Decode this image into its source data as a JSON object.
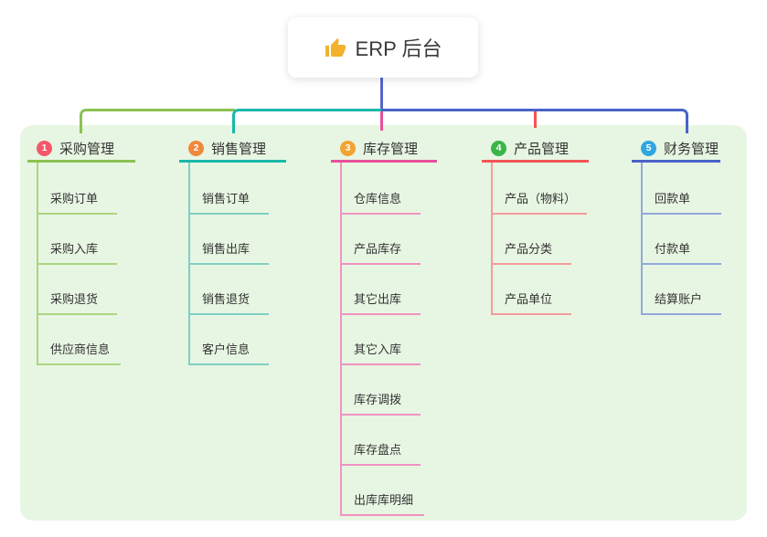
{
  "root": {
    "label": "ERP 后台",
    "icon": "thumbs-up",
    "icon_color": "#f2b22d",
    "connector_color": "#5566cb"
  },
  "canvas": {
    "background": "#ffffff",
    "panel_background": "#e7f6e2",
    "text_color": "#333333"
  },
  "branches": [
    {
      "index": "1",
      "label": "采购管理",
      "badge_color": "#f4586a",
      "line_color": "#8cc152",
      "child_line_color": "#abd57f",
      "children": [
        "采购订单",
        "采购入库",
        "采购退货",
        "供应商信息"
      ]
    },
    {
      "index": "2",
      "label": "销售管理",
      "badge_color": "#f0883c",
      "line_color": "#19b8a9",
      "child_line_color": "#7fd0c6",
      "children": [
        "销售订单",
        "销售出库",
        "销售退货",
        "客户信息"
      ]
    },
    {
      "index": "3",
      "label": "库存管理",
      "badge_color": "#f2a333",
      "line_color": "#e84f9b",
      "child_line_color": "#f193c2",
      "children": [
        "仓库信息",
        "产品库存",
        "其它出库",
        "其它入库",
        "库存调拨",
        "库存盘点",
        "出库库明细"
      ]
    },
    {
      "index": "4",
      "label": "产品管理",
      "badge_color": "#3bb54a",
      "line_color": "#f25656",
      "child_line_color": "#f59c9c",
      "children": [
        "产品（物料）",
        "产品分类",
        "产品单位"
      ]
    },
    {
      "index": "5",
      "label": "财务管理",
      "badge_color": "#2fa7e0",
      "line_color": "#4a62c8",
      "child_line_color": "#92a7dd",
      "children": [
        "回款单",
        "付款单",
        "结算账户"
      ]
    }
  ]
}
